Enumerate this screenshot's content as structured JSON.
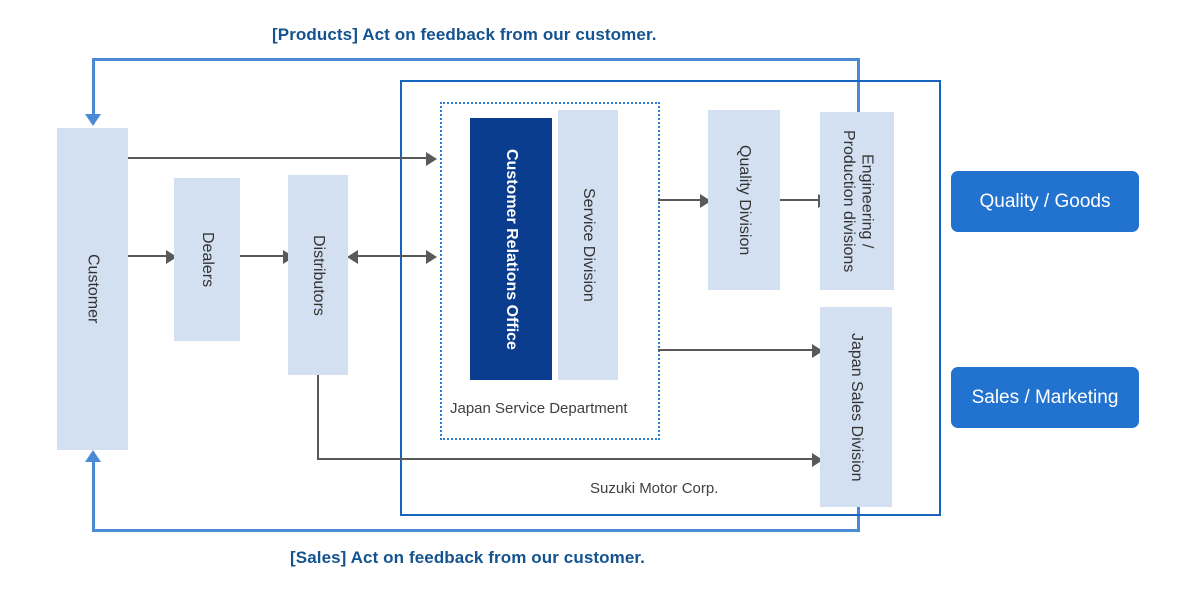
{
  "diagram": {
    "title_top": "[Products] Act on feedback from our customer.",
    "title_bottom": "[Sales] Act on feedback from our customer.",
    "corp_label": "Suzuki Motor Corp.",
    "department_label": "Japan Service Department",
    "colors": {
      "feedback_text": "#14538f",
      "feedback_line": "#4a8ad4",
      "corp_border": "#1565c0",
      "dept_border": "#2b7cd3",
      "node_light": "#d3e0f2",
      "node_dark": "#0b3d8f",
      "connector": "#595959",
      "legend_blue": "#2272d0"
    },
    "nodes": {
      "customer": "Customer",
      "dealers": "Dealers",
      "distributors": "Distributors",
      "customer_relations_office": "Customer Relations Office",
      "service_division": "Service Division",
      "quality_division": "Quality Division",
      "engineering_production": "Engineering /\nProduction divisions",
      "japan_sales_division": "Japan Sales Division"
    },
    "legend": [
      {
        "label": "Quality / Goods"
      },
      {
        "label": "Sales / Marketing"
      }
    ]
  }
}
